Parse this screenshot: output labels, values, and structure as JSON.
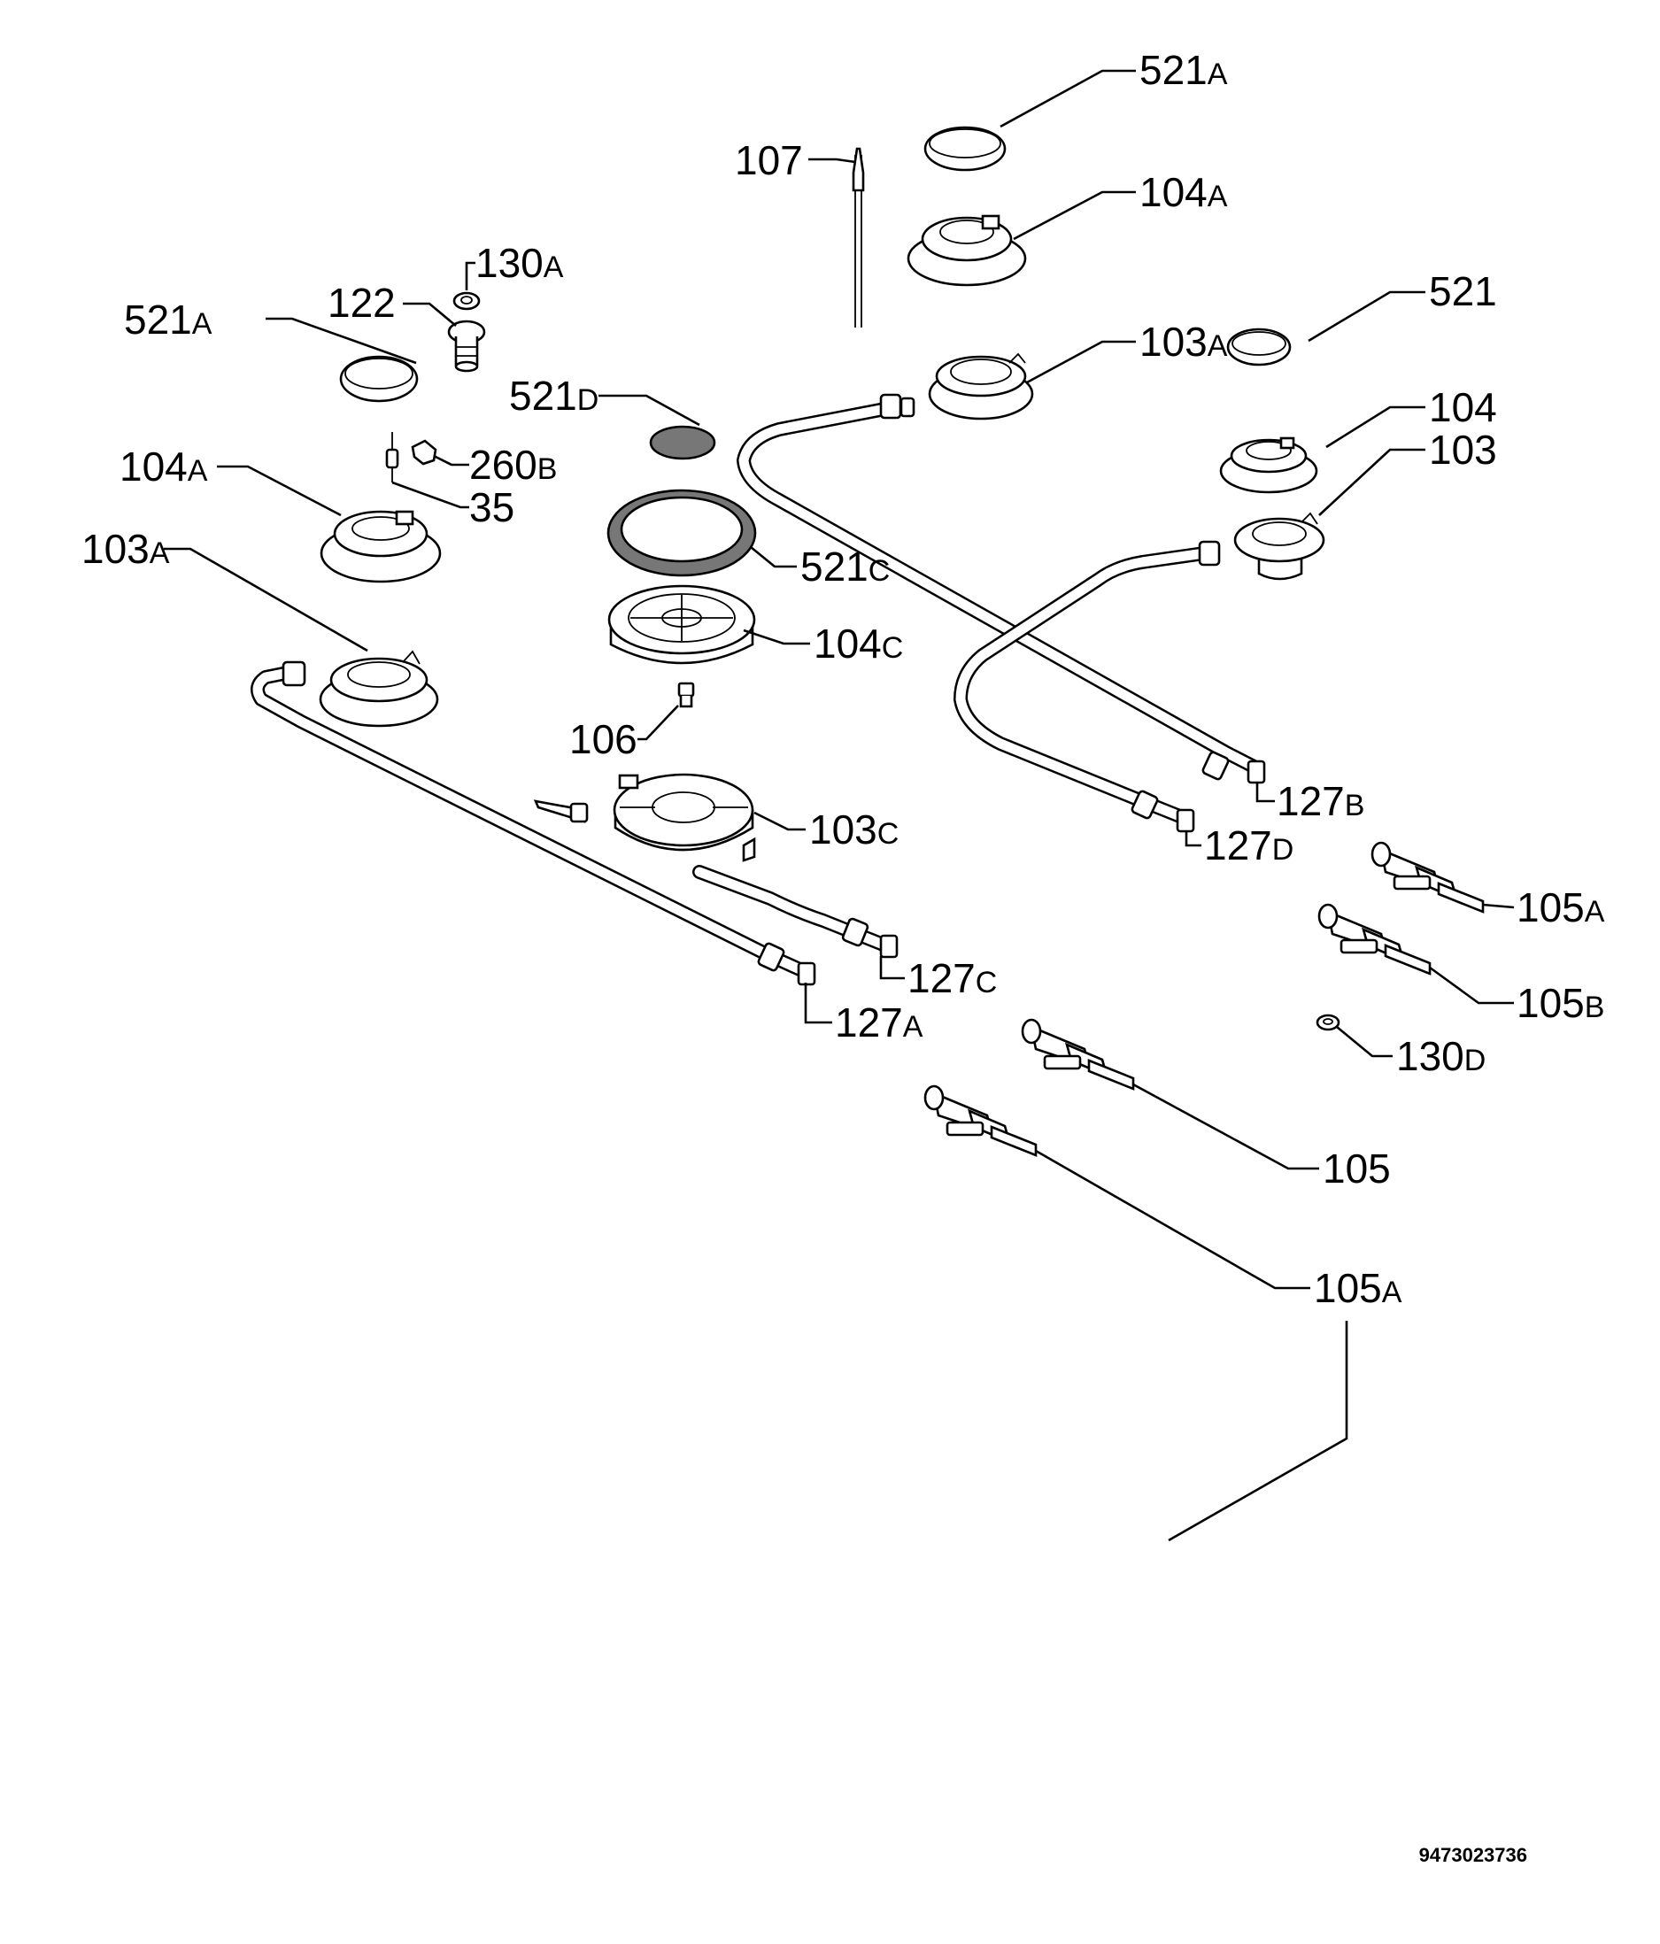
{
  "callouts": [
    {
      "id": "c-521a-top",
      "num": "521",
      "suffix": "A"
    },
    {
      "id": "c-107",
      "num": "107",
      "suffix": ""
    },
    {
      "id": "c-104a-top",
      "num": "104",
      "suffix": "A"
    },
    {
      "id": "c-130a",
      "num": "130",
      "suffix": "A"
    },
    {
      "id": "c-122",
      "num": "122",
      "suffix": ""
    },
    {
      "id": "c-521a-left",
      "num": "521",
      "suffix": "A"
    },
    {
      "id": "c-521",
      "num": "521",
      "suffix": ""
    },
    {
      "id": "c-103a-top",
      "num": "103",
      "suffix": "A"
    },
    {
      "id": "c-521d",
      "num": "521",
      "suffix": "D"
    },
    {
      "id": "c-104",
      "num": "104",
      "suffix": ""
    },
    {
      "id": "c-260b",
      "num": "260",
      "suffix": "B"
    },
    {
      "id": "c-103",
      "num": "103",
      "suffix": ""
    },
    {
      "id": "c-104a-left",
      "num": "104",
      "suffix": "A"
    },
    {
      "id": "c-35",
      "num": "35",
      "suffix": ""
    },
    {
      "id": "c-103a-left",
      "num": "103",
      "suffix": "A"
    },
    {
      "id": "c-521c",
      "num": "521",
      "suffix": "C"
    },
    {
      "id": "c-104c",
      "num": "104",
      "suffix": "C"
    },
    {
      "id": "c-106",
      "num": "106",
      "suffix": ""
    },
    {
      "id": "c-127b",
      "num": "127",
      "suffix": "B"
    },
    {
      "id": "c-103c",
      "num": "103",
      "suffix": "C"
    },
    {
      "id": "c-127d",
      "num": "127",
      "suffix": "D"
    },
    {
      "id": "c-105a-right",
      "num": "105",
      "suffix": "A"
    },
    {
      "id": "c-127c",
      "num": "127",
      "suffix": "C"
    },
    {
      "id": "c-105b",
      "num": "105",
      "suffix": "B"
    },
    {
      "id": "c-127a",
      "num": "127",
      "suffix": "A"
    },
    {
      "id": "c-130d",
      "num": "130",
      "suffix": "D"
    },
    {
      "id": "c-105",
      "num": "105",
      "suffix": ""
    },
    {
      "id": "c-105a-bottom",
      "num": "105",
      "suffix": "A"
    }
  ],
  "document_code": "9473023736"
}
